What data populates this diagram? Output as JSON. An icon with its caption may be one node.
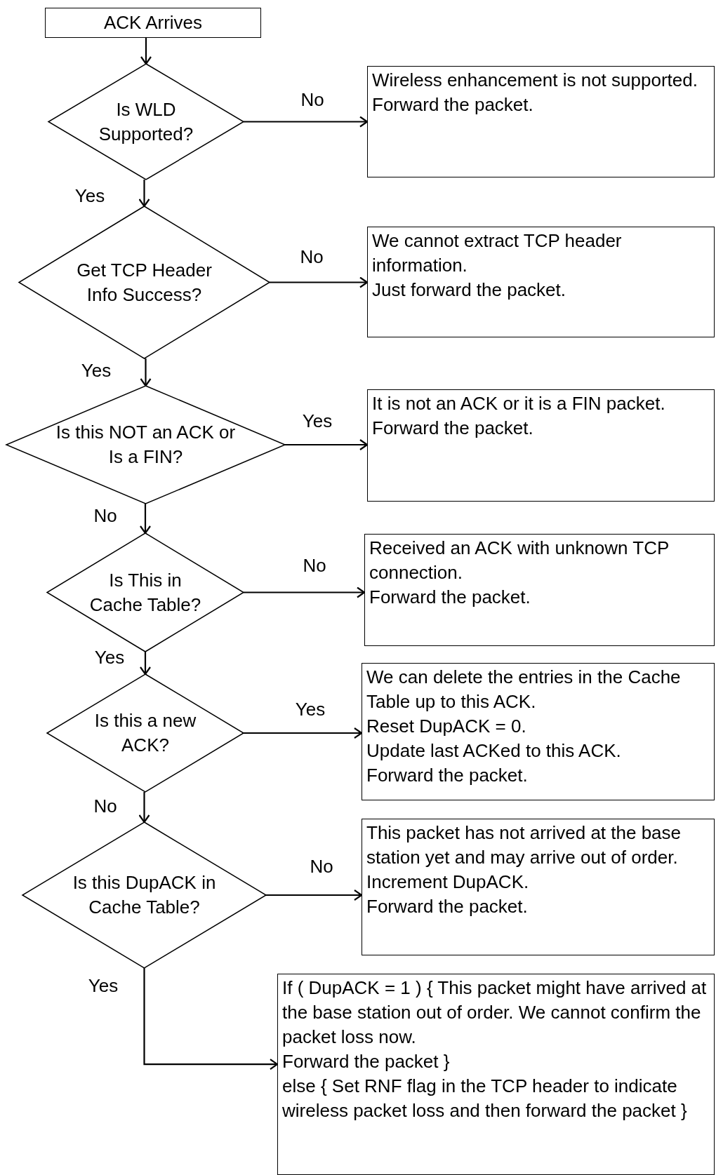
{
  "diagram": {
    "nodes": [
      {
        "text": [
          "ACK Arrives"
        ]
      },
      {
        "text": [
          "Is WLD Supported?"
        ]
      },
      {
        "text": [
          "Wireless enhancement is not supported.",
          "Forward the packet."
        ]
      },
      {
        "text": [
          "Get TCP Header Info Success?"
        ]
      },
      {
        "text": [
          "We cannot extract TCP header information.",
          "Just forward the packet."
        ]
      },
      {
        "text": [
          "Is this NOT an ACK or Is a FIN?"
        ]
      },
      {
        "text": [
          "It is not an ACK or it is a FIN packet.",
          "Forward the packet."
        ]
      },
      {
        "text": [
          "Is This in Cache Table?"
        ]
      },
      {
        "text": [
          "Received an ACK with unknown TCP connection.",
          "Forward the packet."
        ]
      },
      {
        "text": [
          "Is this a new ACK?"
        ]
      },
      {
        "text": [
          "We can delete the entries in the Cache Table up to this ACK.",
          "Reset DupACK = 0.",
          "Update last ACKed to this ACK.",
          "Forward the packet."
        ]
      },
      {
        "text": [
          "Is this DupACK in Cache Table?"
        ]
      },
      {
        "text": [
          "This packet has not arrived at the base station yet and may arrive out of order.",
          "Increment DupACK.",
          "Forward the packet."
        ]
      },
      {
        "text": [
          "If ( DupACK = 1 ) { This packet might have arrived at the base station out of order. We cannot confirm the packet loss now.",
          "Forward the packet }",
          "else { Set RNF flag in the TCP header to indicate wireless packet loss and then forward the packet }"
        ]
      }
    ],
    "edges": [
      {
        "from": 0,
        "to": 1,
        "arrow": "to"
      },
      {
        "from": 1,
        "to": 2,
        "arrow": "to",
        "label": "No"
      },
      {
        "from": 1,
        "to": 3,
        "arrow": "to",
        "label": "Yes"
      },
      {
        "from": 3,
        "to": 4,
        "arrow": "to",
        "label": "No"
      },
      {
        "from": 3,
        "to": 5,
        "arrow": "to",
        "label": "Yes"
      },
      {
        "from": 5,
        "to": 6,
        "arrow": "to",
        "label": "Yes"
      },
      {
        "from": 5,
        "to": 7,
        "arrow": "to",
        "label": "No"
      },
      {
        "from": 7,
        "to": 8,
        "arrow": "to",
        "label": "No"
      },
      {
        "from": 7,
        "to": 9,
        "arrow": "to",
        "label": "Yes"
      },
      {
        "from": 9,
        "to": 10,
        "arrow": "to",
        "label": "Yes"
      },
      {
        "from": 9,
        "to": 11,
        "arrow": "to",
        "label": "No"
      },
      {
        "from": 11,
        "to": 12,
        "arrow": "to",
        "label": "No"
      },
      {
        "from": 11,
        "to": 13,
        "arrow": "to",
        "label": "Yes"
      }
    ]
  }
}
